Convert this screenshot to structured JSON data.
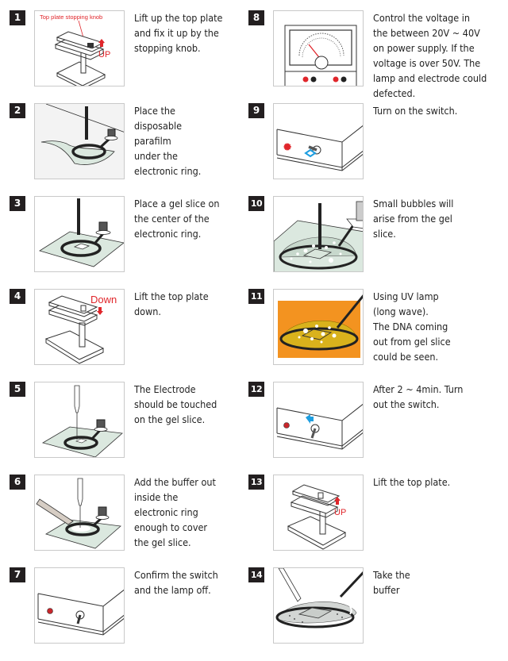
{
  "colors": {
    "number_badge": "#231f20",
    "annotation_red": "#e0262b",
    "switch_arrow_blue": "#1e9ee0",
    "parafilm_green": "#dbe8df",
    "uv_orange": "#f39320",
    "uv_yellow": "#d9b21c"
  },
  "steps": [
    {
      "number": "1",
      "text": "Lift up the top plate\nand fix it up by the\nstopping knob.",
      "labels": {
        "callout": "Top plate stopping knob",
        "arrow": "UP"
      }
    },
    {
      "number": "2",
      "text": "Place the\ndisposable\nparafilm\nunder the\nelectronic ring."
    },
    {
      "number": "3",
      "text": "Place a gel slice on\nthe center of the\nelectronic ring."
    },
    {
      "number": "4",
      "text": "Lift the top plate\ndown.",
      "labels": {
        "arrow": "Down"
      }
    },
    {
      "number": "5",
      "text": "The Electrode\nshould be touched\non the gel slice."
    },
    {
      "number": "6",
      "text": "Add the buffer out\ninside the\nelectronic ring\nenough to cover\nthe gel slice."
    },
    {
      "number": "7",
      "text": "Confirm the switch\nand the lamp off."
    },
    {
      "number": "8",
      "text": "Control the voltage in\nthe between 20V ~ 40V\non power supply. If the\nvoltage is over 50V. The\nlamp and electrode could\ndefected."
    },
    {
      "number": "9",
      "text": "Turn on the switch."
    },
    {
      "number": "10",
      "text": "Small bubbles will\narise from the gel\nslice."
    },
    {
      "number": "11",
      "text": "Using UV lamp\n(long wave).\nThe DNA coming\nout from gel slice\ncould be seen."
    },
    {
      "number": "12",
      "text": "After 2 ~ 4min. Turn\nout the switch."
    },
    {
      "number": "13",
      "text": "Lift the top plate.",
      "labels": {
        "arrow": "UP"
      }
    },
    {
      "number": "14",
      "text": "Take the\nbuffer"
    }
  ]
}
